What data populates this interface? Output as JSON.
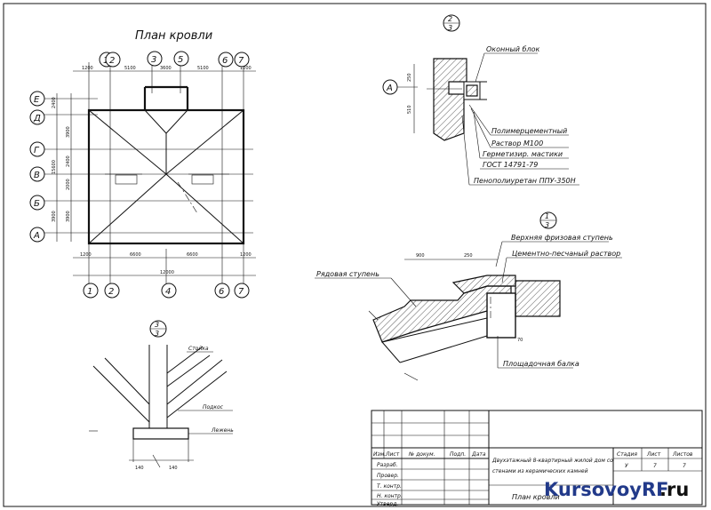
{
  "roof_plan": {
    "title": "План кровли",
    "axes_top": [
      "1",
      "2",
      "3",
      "5",
      "6",
      "7"
    ],
    "axes_bottom": [
      "1",
      "2",
      "4",
      "6",
      "7"
    ],
    "axes_left": [
      "Е",
      "Д",
      "Г",
      "В",
      "Б",
      "А"
    ],
    "dims_top": [
      "1200",
      "5100",
      "3600",
      "5100",
      "1200"
    ],
    "dims_bottom": [
      "1200",
      "6600",
      "6600",
      "1200"
    ],
    "dim_total": "12000",
    "dims_left": [
      "2400",
      "3900",
      "2400",
      "2000",
      "3900",
      "3900"
    ],
    "dim_left_total": "15600"
  },
  "node_2_3": {
    "number": "2",
    "sheet": "3",
    "axis": "А",
    "dims": [
      "250",
      "510"
    ],
    "labels": {
      "window_block": "Оконный блок",
      "polymer_1": "Полимерцементный",
      "polymer_2": "Раствор М100",
      "sealant_1": "Герметизир. мастики",
      "sealant_2": "ГОСТ 14791-79",
      "foam": "Пенополиуретан ППУ-350Н"
    }
  },
  "node_1_3": {
    "number": "1",
    "sheet": "3",
    "dims": [
      "900",
      "250",
      "70"
    ],
    "labels": {
      "ordinary_step": "Рядовая ступень",
      "frieze_step": "Верхняя фризовая ступень",
      "mortar": "Цементно-песчаный раствор",
      "landing_beam": "Площадочная балка"
    }
  },
  "node_3_3": {
    "number": "3",
    "sheet": "3",
    "labels": {
      "top": "Стойка",
      "middle": "Подкос",
      "bottom": "Лежень"
    },
    "dims": [
      "140",
      "140"
    ]
  },
  "title_block": {
    "roles": [
      "Изм.",
      "Лист",
      "№ докум.",
      "Подп.",
      "Дата"
    ],
    "rows": [
      "Разраб.",
      "Провер.",
      "Т. контр.",
      "",
      "Н. контр.",
      "Утверд."
    ],
    "stage_header": "Стадия",
    "sheet_header": "Лист",
    "sheets_header": "Листов",
    "stage_value": "У",
    "sheet_value": "7",
    "sheets_value": "7",
    "project_line1": "Двухэтажный 8-квартирный жилой дом со",
    "project_line2": "стенами из керамических камней",
    "drawing_name": "План кровли"
  },
  "watermark": {
    "text_blue": "KursovoyRF",
    "text_red": ".ru"
  },
  "colors": {
    "line": "#111111",
    "watermark_blue": "#223a8a",
    "watermark_red": "#d22a2a"
  }
}
